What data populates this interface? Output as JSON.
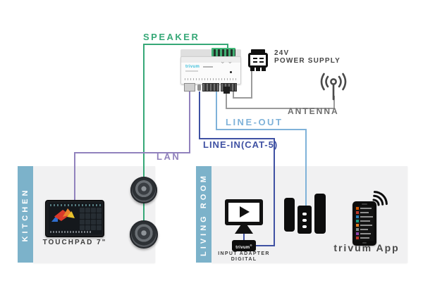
{
  "title": "trivum multiroom wiring diagram",
  "connections": {
    "speaker": "SPEAKER",
    "power_24v": "24V",
    "power_supply": "POWER SUPPLY",
    "antenna": "ANTENNA",
    "line_out": "LINE-OUT",
    "line_in": "LINE-IN(CAT-5)",
    "lan": "LAN"
  },
  "device": {
    "brand": "trivum"
  },
  "zones": {
    "kitchen": {
      "name": "KITCHEN",
      "touchpad": "TOUCHPAD 7\""
    },
    "living_room": {
      "name": "LIVING ROOM",
      "adapter_brand": "trivum",
      "adapter_line1": "INPUT ADAPTER",
      "adapter_line2": "DIGITAL",
      "app": "trivum App"
    }
  },
  "icons": [
    "power-supply-icon",
    "antenna-icon",
    "monitor-play-icon",
    "tower-speakers-icon",
    "smartphone-icon",
    "wifi-icon",
    "ceiling-speaker-icon",
    "touchpad-icon",
    "amplifier-device-icon"
  ],
  "colors": {
    "speaker_green": "#36a877",
    "lan_purple": "#9182bd",
    "line_in_navy": "#3f51a3",
    "line_out_blue": "#7fb2d9",
    "wire_gray": "#9b9b9b",
    "zone_sidebar_blue": "#7cb2ca",
    "zone_bg": "#f1f1f2",
    "trivum_cyan": "#3bbfda"
  }
}
